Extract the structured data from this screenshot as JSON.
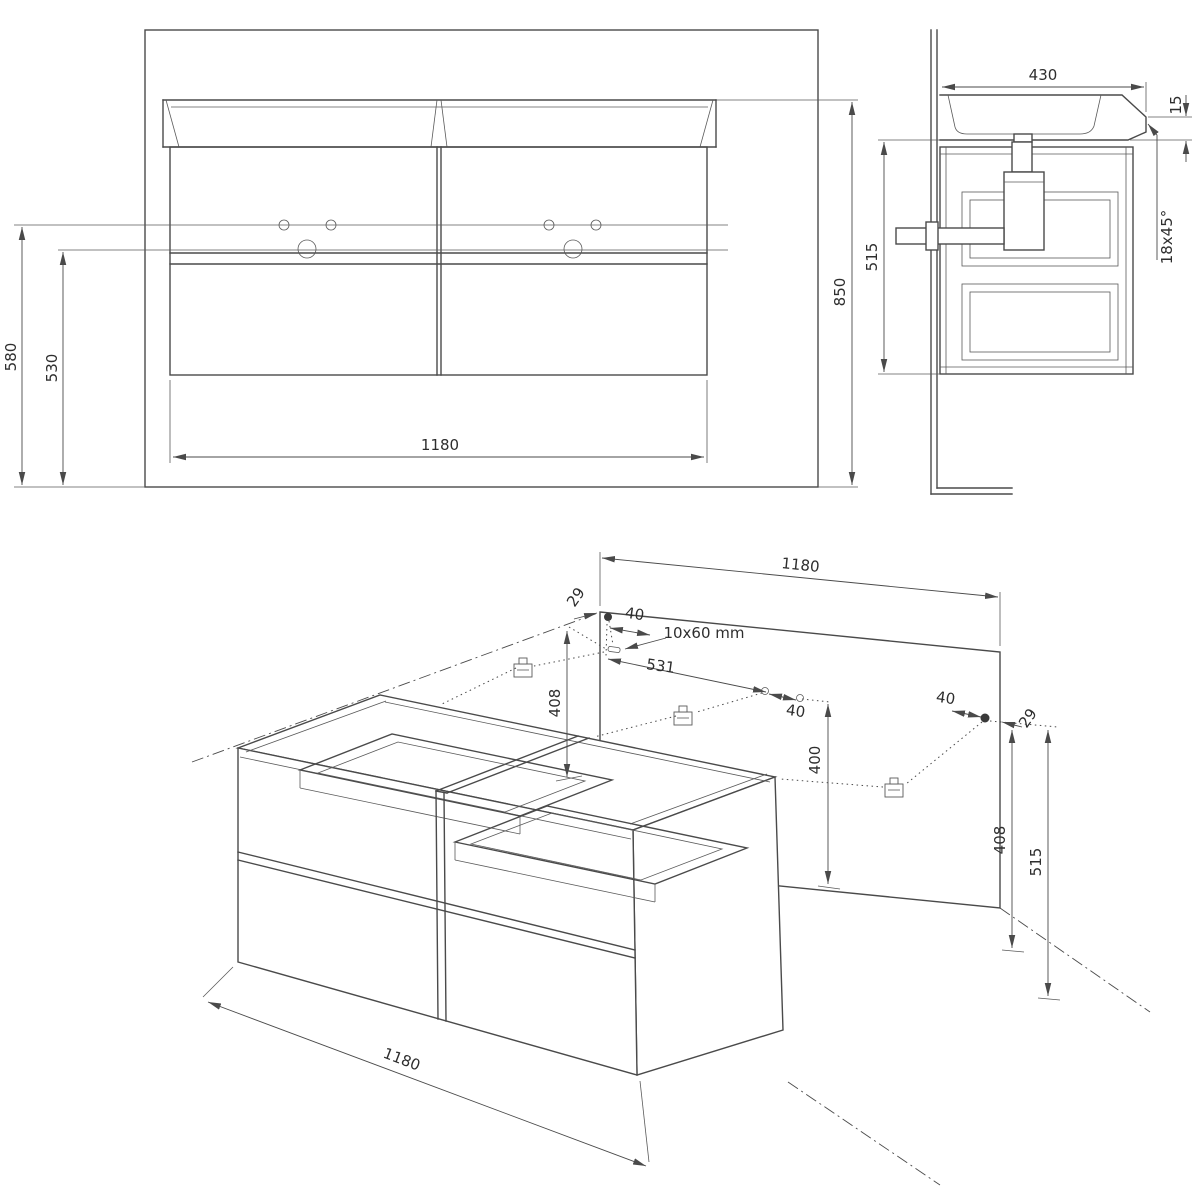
{
  "front_view": {
    "dim_580": "580",
    "dim_530": "530",
    "dim_850": "850",
    "dim_1180": "1180"
  },
  "side_view": {
    "dim_430": "430",
    "dim_15": "15",
    "dim_515": "515",
    "chamfer_note": "18x45°"
  },
  "iso_view": {
    "dim_1180_top": "1180",
    "dim_29_left": "29",
    "dim_40_left": "40",
    "slot_note": "10x60 mm",
    "dim_531": "531",
    "dim_40_mid": "40",
    "dim_400": "400",
    "dim_40_right": "40",
    "dim_29_right": "29",
    "dim_408_left": "408",
    "dim_408_right": "408",
    "dim_515": "515",
    "dim_1180_bottom": "1180"
  },
  "style": {
    "line_color": "#4a4a4a",
    "background": "#ffffff"
  }
}
